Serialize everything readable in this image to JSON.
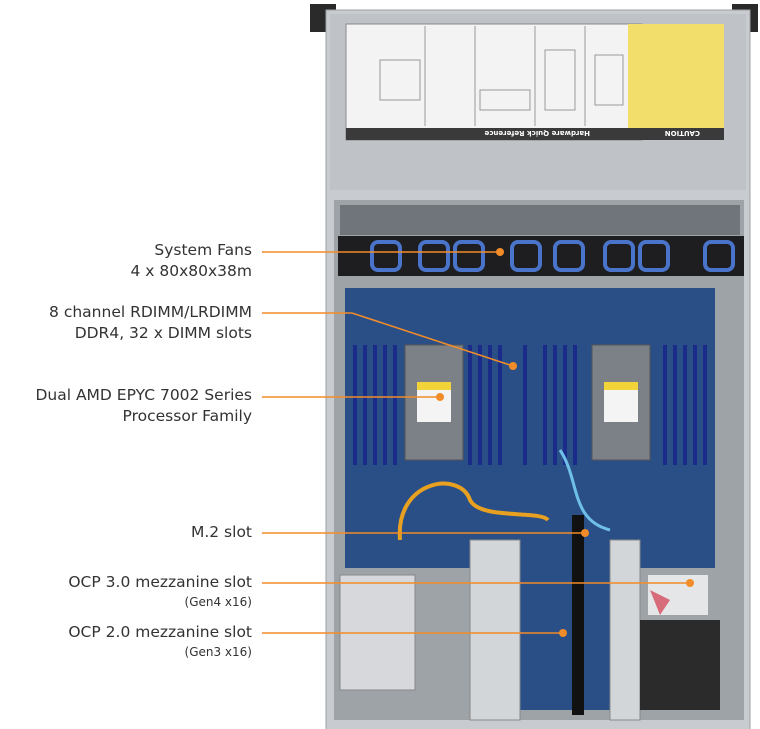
{
  "photo": {
    "caution_label": "CAUTION",
    "reference_label": "Hardware Quick Reference"
  },
  "callouts": [
    {
      "id": "fans",
      "line1": "System Fans",
      "line2": "4 x 80x80x38m"
    },
    {
      "id": "dimm",
      "line1": "8 channel RDIMM/LRDIMM",
      "line2": "DDR4, 32 x DIMM slots"
    },
    {
      "id": "cpu",
      "line1": "Dual AMD EPYC 7002 Series",
      "line2": "Processor Family"
    },
    {
      "id": "m2",
      "line1": "M.2 slot"
    },
    {
      "id": "ocp3",
      "line1": "OCP 3.0 mezzanine slot",
      "sub": "(Gen4 x16)"
    },
    {
      "id": "ocp2",
      "line1": "OCP 2.0 mezzanine slot",
      "sub": "(Gen3 x16)"
    }
  ],
  "colors": {
    "callout": "#f28c28",
    "board": "#2a4f86",
    "chassis": "#c9ccd0"
  }
}
